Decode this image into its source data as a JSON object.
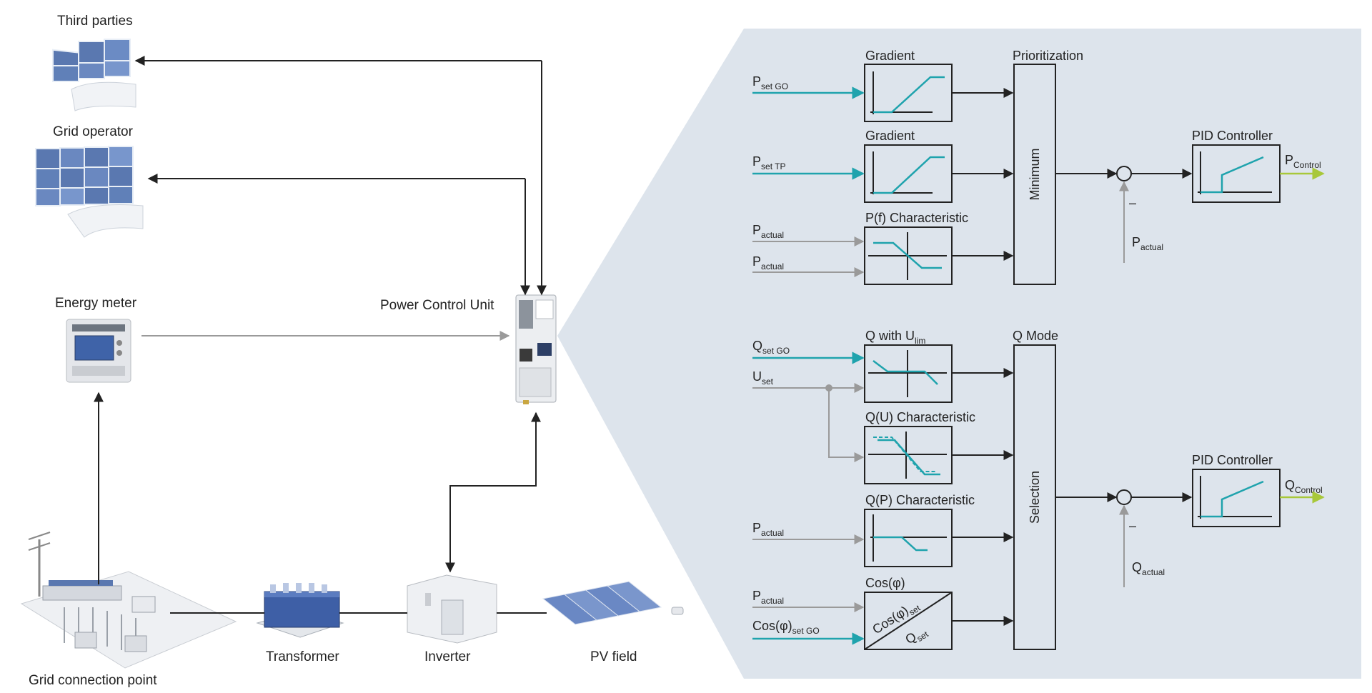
{
  "left": {
    "third_parties": "Third parties",
    "grid_operator": "Grid operator",
    "energy_meter": "Energy meter",
    "power_control_unit": "Power Control Unit",
    "grid_connection_point": "Grid connection point",
    "transformer": "Transformer",
    "inverter": "Inverter",
    "pv_field": "PV field"
  },
  "active": {
    "gradient_1": "Gradient",
    "gradient_2": "Gradient",
    "pf_characteristic": "P(f) Characteristic",
    "prioritization": "Prioritization",
    "minimum": "Minimum",
    "pid_controller": "PID Controller",
    "p_set_go": {
      "main": "P",
      "sub": "set GO"
    },
    "p_set_tp": {
      "main": "P",
      "sub": "set TP"
    },
    "p_actual_1": {
      "main": "P",
      "sub": "actual"
    },
    "p_actual_2": {
      "main": "P",
      "sub": "actual"
    },
    "p_actual_fb": {
      "main": "P",
      "sub": "actual"
    },
    "p_control": {
      "main": "P",
      "sub": "Control"
    },
    "minus": "–"
  },
  "reactive": {
    "q_with_ulim": {
      "main": "Q with U",
      "sub": "lim"
    },
    "qu_characteristic": "Q(U) Characteristic",
    "qp_characteristic": "Q(P) Characteristic",
    "cos_phi": "Cos(φ)",
    "q_mode": "Q Mode",
    "selection": "Selection",
    "pid_controller": "PID Controller",
    "q_set_go": {
      "main": "Q",
      "sub": "set GO"
    },
    "u_set": {
      "main": "U",
      "sub": "set"
    },
    "p_actual_1": {
      "main": "P",
      "sub": "actual"
    },
    "p_actual_2": {
      "main": "P",
      "sub": "actual"
    },
    "cos_set_go": {
      "main": "Cos(φ)",
      "sub": "set GO"
    },
    "cos_box_top": {
      "main": "Cos(φ)",
      "sub": "set"
    },
    "cos_box_bottom": {
      "main": "Q",
      "sub": "set"
    },
    "q_actual_fb": {
      "main": "Q",
      "sub": "actual"
    },
    "q_control": {
      "main": "Q",
      "sub": "Control"
    },
    "minus": "–"
  },
  "colors": {
    "teal": "#1fa3ad",
    "green_out": "#a8c83a",
    "panel_bg": "#dde4ec",
    "gray_line": "#9a9a9a",
    "dark_line": "#222222"
  }
}
